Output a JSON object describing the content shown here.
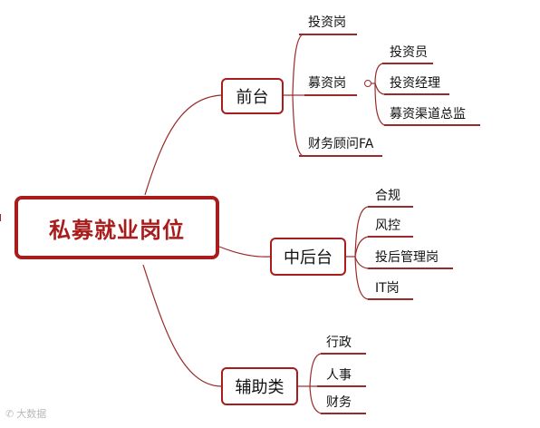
{
  "root": {
    "label": "私募就业岗位"
  },
  "branches": [
    {
      "label": "前台",
      "children": [
        {
          "label": "投资岗"
        },
        {
          "label": "募资岗",
          "children": [
            {
              "label": "投资员"
            },
            {
              "label": "投资经理"
            },
            {
              "label": "募资渠道总监"
            }
          ]
        },
        {
          "label": "财务顾问FA"
        }
      ]
    },
    {
      "label": "中后台",
      "children": [
        {
          "label": "合规"
        },
        {
          "label": "风控"
        },
        {
          "label": "投后管理岗"
        },
        {
          "label": "IT岗"
        }
      ]
    },
    {
      "label": "辅助类",
      "children": [
        {
          "label": "行政"
        },
        {
          "label": "人事"
        },
        {
          "label": "财务"
        }
      ]
    }
  ],
  "watermark": {
    "text": "大数据",
    "icon": "brand-logo-icon"
  },
  "colors": {
    "accent": "#a81c1c",
    "line": "#9b2a2a"
  }
}
